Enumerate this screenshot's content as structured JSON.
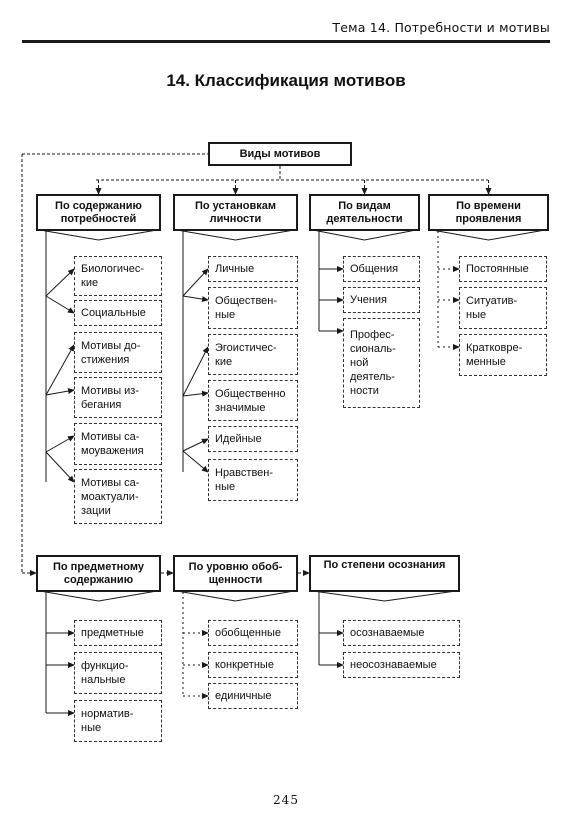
{
  "header": {
    "running_title": "Тема 14. Потребности и мотивы"
  },
  "title": "14. Классификация мотивов",
  "root": "Виды мотивов",
  "groups": [
    {
      "label": "По содержанию\nпотребностей",
      "items": [
        "Биологичес-\nкие",
        "Социальные",
        "Мотивы до-\nстижения",
        "Мотивы из-\nбегания",
        "Мотивы са-\nмоуважения",
        "Мотивы са-\nмоактуали-\nзации"
      ]
    },
    {
      "label": "По установкам\nличности",
      "items": [
        "Личные",
        "Обществен-\nные",
        "Эгоистичес-\nкие",
        "Общественно\nзначимые",
        "Идейные",
        "Нравствен-\nные"
      ]
    },
    {
      "label": "По видам\nдеятельности",
      "items": [
        "Общения",
        "Учения",
        "Профес-\nсиональ-\nной\nдеятель-\nности"
      ]
    },
    {
      "label": "По времени\nпроявления",
      "items": [
        "Постоянные",
        "Ситуатив-\nные",
        "Кратковре-\nменные"
      ]
    },
    {
      "label": "По предметному\nсодержанию",
      "items": [
        "предметные",
        "функцио-\nнальные",
        "норматив-\nные"
      ]
    },
    {
      "label": "По уровню обоб-\nщенности",
      "items": [
        "обобщенные",
        "конкретные",
        "единичные"
      ]
    },
    {
      "label": "По степени осознания",
      "items": [
        "осознаваемые",
        "неосознаваемые"
      ]
    }
  ],
  "page_number": "245",
  "colors": {
    "line": "#1a1a1a",
    "box_border": "#333333",
    "background": "#ffffff"
  }
}
